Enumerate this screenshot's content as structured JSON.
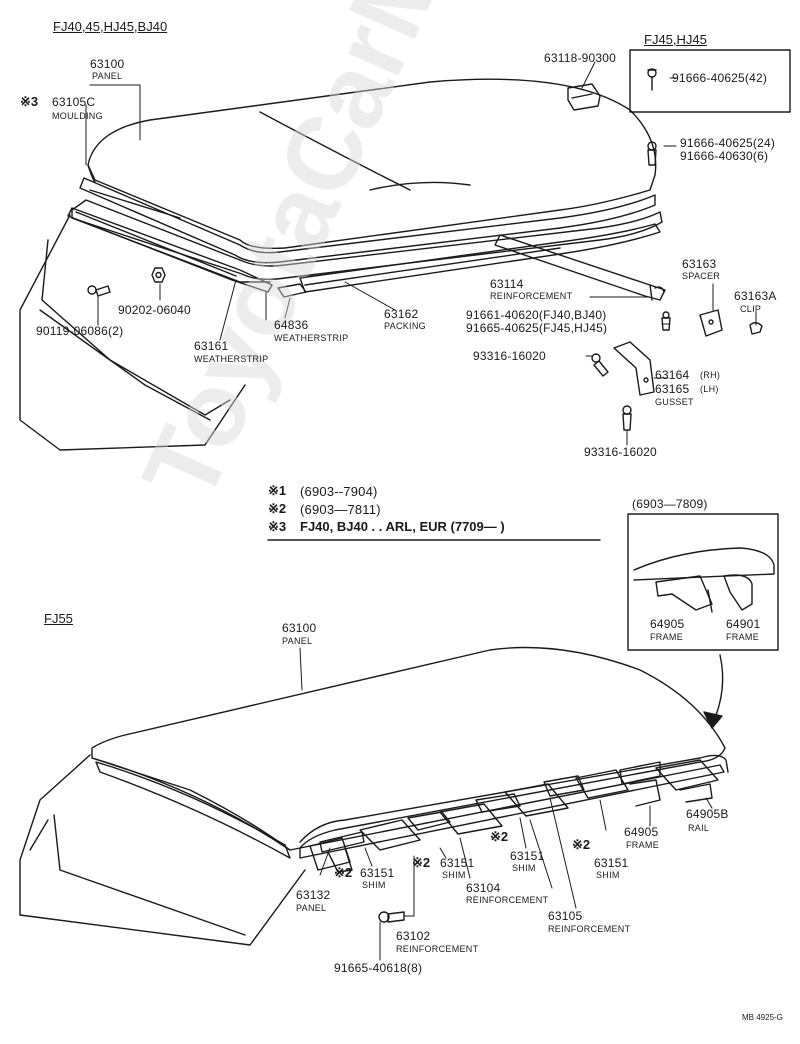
{
  "watermark": "ToyotaCarMine.ru",
  "colors": {
    "line": "#1a1a1a",
    "watermark": "#d9d9d9",
    "background": "#ffffff"
  },
  "top": {
    "header": "FJ40,45,HJ45,BJ40",
    "fj45_header": "FJ45,HJ45",
    "labels": {
      "p63100": "63100",
      "p63100_sub": "PANEL",
      "p63105c_mark": "※3",
      "p63105c": "63105C",
      "p63105c_sub": "MOULDING",
      "p63118": "63118-90300",
      "p91666_42": "91666-40625(42)",
      "p91666_24": "91666-40625(24)",
      "p91666_6": "91666-40630(6)",
      "p63114": "63114",
      "p63114_sub": "REINFORCEMENT",
      "p91661": "91661-40620(FJ40,BJ40)",
      "p91665": "91665-40625(FJ45,HJ45)",
      "p63163": "63163",
      "p63163_sub": "SPACER",
      "p63163a": "63163A",
      "p63163a_sub": "CLIP",
      "p90202": "90202-06040",
      "p90119": "90119-06086(2)",
      "p64836": "64836",
      "p64836_sub": "WEATHERSTRIP",
      "p63162": "63162",
      "p63162_sub": "PACKING",
      "p63161": "63161",
      "p63161_sub": "WEATHERSTRIP",
      "p93316a": "93316-16020",
      "p63164": "63164",
      "p63164_side": "(RH)",
      "p63165": "63165",
      "p63165_side": "(LH)",
      "p6316x_sub": "GUSSET",
      "p93316b": "93316-16020"
    }
  },
  "notes": [
    {
      "mark": "※1",
      "text": "(6903--7904)"
    },
    {
      "mark": "※2",
      "text": "(6903—7811)"
    },
    {
      "mark": "※3",
      "text": "FJ40, BJ40 . . ARL, EUR (7709—         )"
    }
  ],
  "inset": {
    "header": "(6903—7809)",
    "p64905": "64905",
    "p64905_sub": "FRAME",
    "p64901": "64901",
    "p64901_sub": "FRAME"
  },
  "bottom": {
    "header": "FJ55",
    "labels": {
      "p63100": "63100",
      "p63100_sub": "PANEL",
      "p63132": "63132",
      "p63132_sub": "PANEL",
      "shim1_mark": "※2",
      "shim1": "63151",
      "shim1_sub": "SHIM",
      "shim2_mark": "※2",
      "shim2": "63151",
      "shim2_sub": "SHIM",
      "shim3_mark": "※2",
      "shim3": "63151",
      "shim3_sub": "SHIM",
      "shim4_mark": "※2",
      "shim4": "63151",
      "shim4_sub": "SHIM",
      "p63104": "63104",
      "p63104_sub": "REINFORCEMENT",
      "p63105": "63105",
      "p63105_sub": "REINFORCEMENT",
      "p64905": "64905",
      "p64905_sub": "FRAME",
      "p64905b": "64905B",
      "p64905b_sub": "RAIL",
      "p63102": "63102",
      "p63102_sub": "REINFORCEMENT",
      "p91665": "91665-40618(8)"
    }
  },
  "footer": "MB  4925-G"
}
